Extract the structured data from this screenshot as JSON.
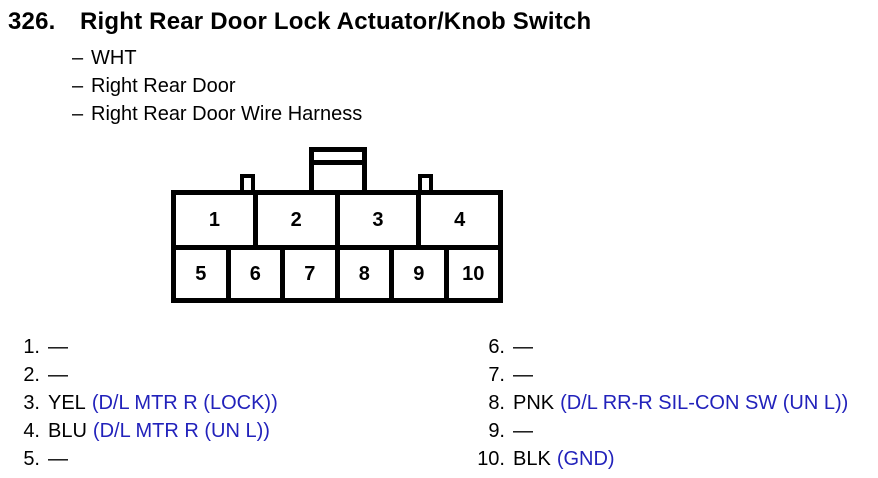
{
  "title": {
    "number": "326.",
    "text": "Right Rear Door Lock Actuator/Knob Switch"
  },
  "detail_prefix": "–",
  "details": [
    "WHT",
    "Right Rear Door",
    "Right Rear Door Wire Harness"
  ],
  "connector": {
    "top_row": [
      "1",
      "2",
      "3",
      "4"
    ],
    "bottom_row": [
      "5",
      "6",
      "7",
      "8",
      "9",
      "10"
    ]
  },
  "pins_left": [
    {
      "num": "1.",
      "wire": "—",
      "signal": ""
    },
    {
      "num": "2.",
      "wire": "—",
      "signal": ""
    },
    {
      "num": "3.",
      "wire": "YEL",
      "signal": "(D/L MTR R (LOCK))"
    },
    {
      "num": "4.",
      "wire": "BLU",
      "signal": "(D/L MTR R (UN L))"
    },
    {
      "num": "5.",
      "wire": "—",
      "signal": ""
    }
  ],
  "pins_right": [
    {
      "num": "6.",
      "wire": "—",
      "signal": ""
    },
    {
      "num": "7.",
      "wire": "—",
      "signal": ""
    },
    {
      "num": "8.",
      "wire": "PNK",
      "signal": "(D/L RR-R SIL-CON SW (UN L))"
    },
    {
      "num": "9.",
      "wire": "—",
      "signal": ""
    },
    {
      "num": "10.",
      "wire": "BLK",
      "signal": "(GND)"
    }
  ],
  "colors": {
    "signal_blue": "#2222bb",
    "line_black": "#000000",
    "background": "#ffffff"
  }
}
